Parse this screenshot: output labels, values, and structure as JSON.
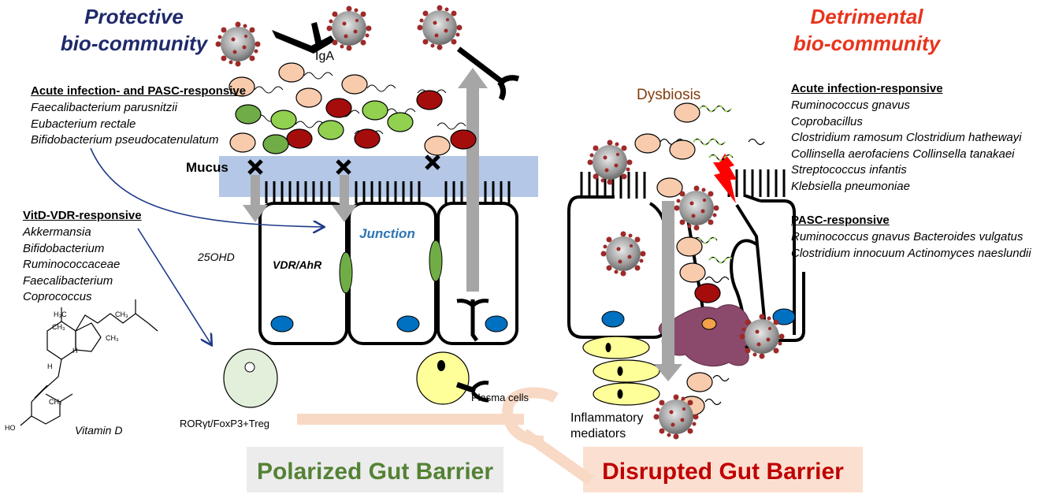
{
  "titles": {
    "protective_line1": "Protective",
    "protective_line2": "bio-community",
    "detrimental_line1": "Detrimental",
    "detrimental_line2": "bio-community"
  },
  "protective": {
    "acute_header": "Acute infection- and PASC-responsive",
    "acute_items": [
      "Faecalibacterium parusnitzii",
      "Eubacterium rectale",
      "Bifidobacterium pseudocatenulatum"
    ],
    "vitd_header": "VitD-VDR-responsive",
    "vitd_items": [
      "Akkermansia",
      "Bifidobacterium",
      "Ruminococcaceae",
      "Faecalibacterium",
      "Coprococcus"
    ]
  },
  "detrimental": {
    "acute_header": "Acute infection-responsive",
    "acute_items": [
      "Ruminococcus gnavus",
      "Coprobacillus",
      "Clostridium ramosum  Clostridium hathewayi",
      "Collinsella aerofaciens Collinsella tanakaei",
      "Streptococcus infantis",
      "Klebsiella pneumoniae"
    ],
    "pasc_header": "PASC-responsive",
    "pasc_items": [
      "Ruminococcus gnavus Bacteroides vulgatus",
      "Clostridium innocuum Actinomyces naeslundii"
    ]
  },
  "labels": {
    "iga": "IgA",
    "mucus": "Mucus",
    "junction": "Junction",
    "vdr": "VDR/AhR",
    "ohd": "25OHD",
    "treg": "RORγt/FoxP3+Treg",
    "plasma": "Plasma cells",
    "dysbiosis": "Dysbiosis",
    "inflammatory_line1": "Inflammatory",
    "inflammatory_line2": "mediators",
    "vitamin_d": "Vitamin D",
    "chem_h3c_top": "H₃C",
    "chem_ch3_right": "CH₃",
    "chem_ch3_bottom": "CH₃",
    "chem_h3c_ring": "CH₃",
    "chem_h1": "H",
    "chem_h2": "H",
    "chem_ho": "HO",
    "chem_ch2": "CH₂"
  },
  "banners": {
    "polarized": "Polarized Gut Barrier",
    "disrupted": "Disrupted Gut Barrier"
  },
  "colors": {
    "blue_title": "#1f2a6b",
    "red_title": "#e8341c",
    "mucus": "#b4c7e7",
    "junction_text": "#2e75b6",
    "polarized_text": "#548235",
    "polarized_bg": "#ececec",
    "disrupted_text": "#c00000",
    "disrupted_bg": "#fbe0d1",
    "dysbiosis_text": "#843c0c"
  }
}
